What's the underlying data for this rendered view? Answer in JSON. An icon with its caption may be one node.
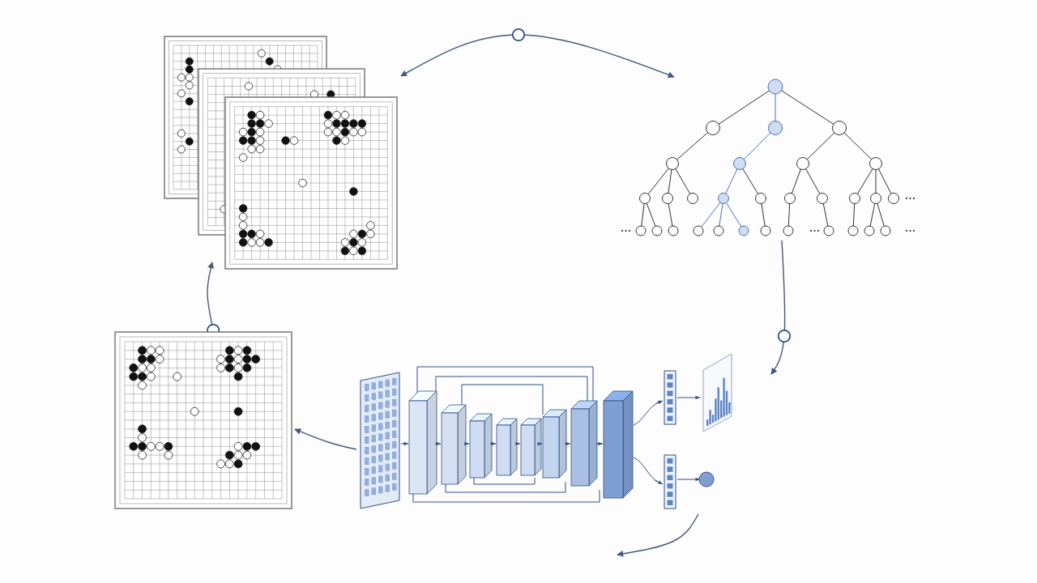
{
  "diagram": {
    "nodes": [
      {
        "text": [],
        "shape": "picture"
      },
      {
        "text": [],
        "shape": "picture"
      },
      {
        "text": [],
        "shape": "picture"
      },
      {
        "text": [],
        "shape": "picture"
      }
    ],
    "edges": [
      {
        "from": 0,
        "to": 1,
        "arrow": "both"
      },
      {
        "from": 1,
        "to": 2,
        "arrow": "to"
      },
      {
        "from": 2,
        "to": 3,
        "arrow": "to"
      },
      {
        "from": 3,
        "to": 0,
        "arrow": "to"
      },
      {
        "from": 2,
        "to": null,
        "arrow": "to"
      }
    ]
  }
}
